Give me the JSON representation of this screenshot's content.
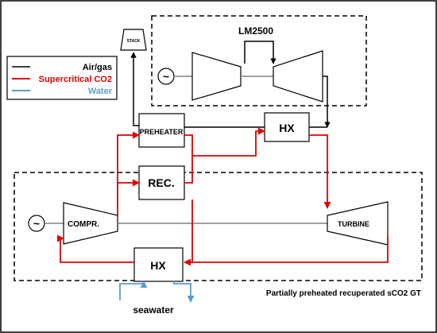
{
  "title": "LM2500",
  "stack_label": "STACK",
  "boxes": {
    "preheater": "PREHEATER",
    "hx_top": "HX",
    "recuperator": "REC.",
    "hx_bottom": "HX"
  },
  "turbomachinery": {
    "compressor": "COMPR.",
    "turbine": "TURBINE"
  },
  "generator_symbol": "~",
  "legend": {
    "items": [
      {
        "label": "Air/gas",
        "color": "#000000"
      },
      {
        "label": "Supercritical CO2",
        "color": "#e00000"
      },
      {
        "label": "Water",
        "color": "#5b9bd5"
      }
    ]
  },
  "seawater_label": "seawater",
  "cycle_caption": "Partially preheated recuperated sCO2 GT",
  "colors": {
    "air_gas": "#000000",
    "sco2": "#e00000",
    "water": "#5b9bd5",
    "shaft": "#808080"
  }
}
